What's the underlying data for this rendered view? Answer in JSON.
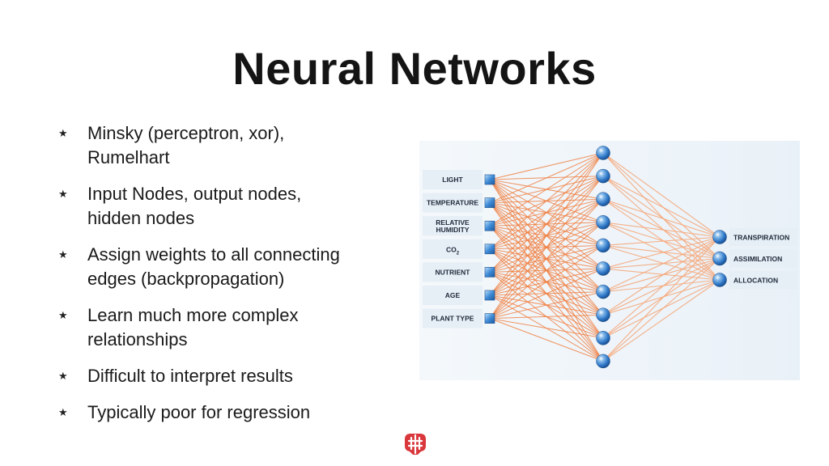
{
  "title": "Neural Networks",
  "bullets": [
    {
      "lines": [
        "Minsky (perceptron, xor),",
        "Rumelhart"
      ]
    },
    {
      "lines": [
        "Input Nodes, output nodes,",
        "hidden nodes"
      ]
    },
    {
      "lines": [
        "Assign weights to all connecting",
        "edges (backpropagation)"
      ]
    },
    {
      "lines": [
        "Learn much more complex",
        "relationships"
      ]
    },
    {
      "lines": [
        "Difficult to interpret results"
      ]
    },
    {
      "lines": [
        "Typically poor for regression"
      ]
    }
  ],
  "bullet_icon": "star-icon",
  "diagram": {
    "input_nodes": [
      "LIGHT",
      "TEMPERATURE",
      "RELATIVE HUMIDITY",
      "CO2",
      "NUTRIENT",
      "AGE",
      "PLANT TYPE"
    ],
    "hidden_node_count": 10,
    "output_nodes": [
      "TRANSPIRATION",
      "ASSIMILATION",
      "ALLOCATION"
    ],
    "colors": {
      "edge_input_hidden": "#f07a3a",
      "edge_hidden_output": "#f5a77a",
      "node_blue": "#2f78c8",
      "label_box": "#e6eef6",
      "background": "#eef4f9"
    }
  },
  "logo_icon": "brain-logo-icon",
  "logo_color": "#d9373b"
}
